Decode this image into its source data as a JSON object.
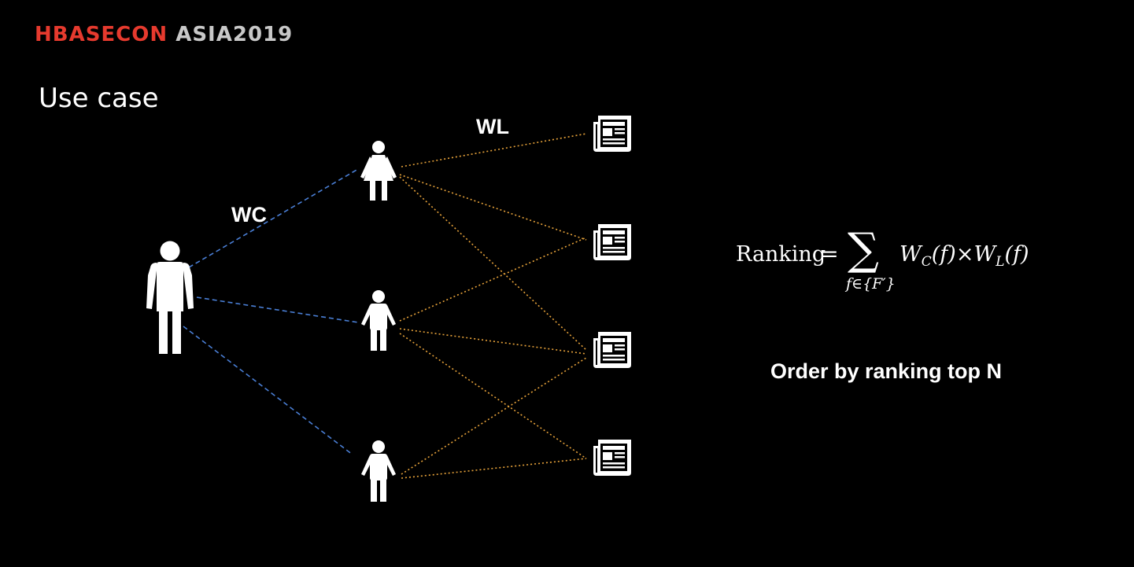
{
  "header": {
    "logo_part1": "HBASECON",
    "logo_part2": "ASIA2019",
    "logo_color_primary": "#e63a2e",
    "logo_color_secondary": "#c8c8c8"
  },
  "slide": {
    "title": "Use case",
    "background": "#000000"
  },
  "diagram": {
    "wc_label": "WC",
    "wl_label": "WL",
    "wc_edge_color": "#4a7fd6",
    "wl_edge_color": "#e8a33a",
    "icons": [
      "person-icon",
      "female-person-icon",
      "male-person-icon",
      "newspaper-icon"
    ]
  },
  "formula": {
    "lhs": "Ranking",
    "equals": "=",
    "sum_symbol": "∑",
    "sum_index": "f∈{F′}",
    "term1": "W",
    "term1_sub": "C",
    "term1_arg": "(f)",
    "times": "×",
    "term2": "W",
    "term2_sub": "L",
    "term2_arg": "(f)"
  },
  "order_text": "Order by ranking top N"
}
